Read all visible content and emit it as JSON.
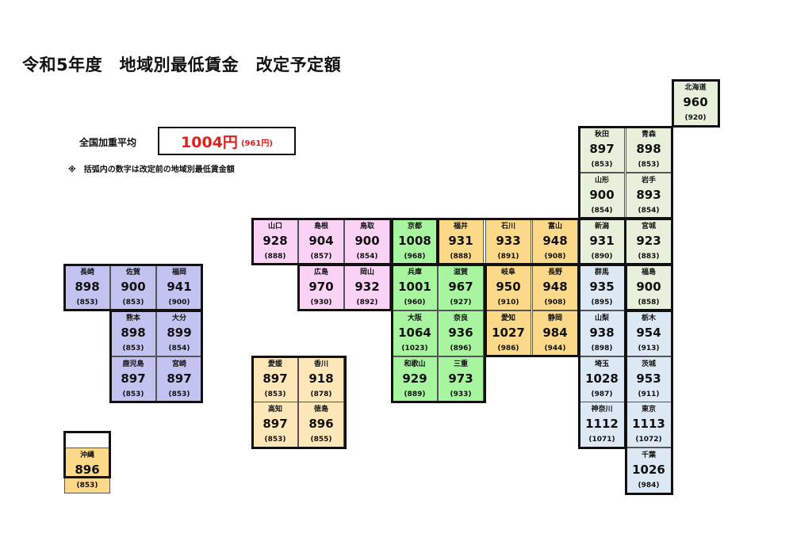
{
  "header": {
    "title": "令和5年度　地域別最低賃金　改定予定額"
  },
  "summary": {
    "average_label": "全国加重平均",
    "average_value": "1004円",
    "average_prev": "(961円)",
    "note": "※　括弧内の数字は改定前の地域別最低賃金額"
  },
  "region_colors": {
    "tohoku_kanto": "#e6f0da",
    "kanto": "#dce8f3",
    "chubu": "#fcd889",
    "kinki": "#a8f5a0",
    "chugoku": "#fad2f6",
    "shikoku": "#fde6b8",
    "kyushu": "#c3c3f2",
    "okinawa": "#fcd889"
  },
  "prefectures": [
    {
      "name": "北海道",
      "value": "960",
      "prev": "(920)"
    },
    {
      "name": "秋田",
      "value": "897",
      "prev": "(853)"
    },
    {
      "name": "青森",
      "value": "898",
      "prev": "(853)"
    },
    {
      "name": "山形",
      "value": "900",
      "prev": "(854)"
    },
    {
      "name": "岩手",
      "value": "893",
      "prev": "(854)"
    },
    {
      "name": "山口",
      "value": "928",
      "prev": "(888)"
    },
    {
      "name": "島根",
      "value": "904",
      "prev": "(857)"
    },
    {
      "name": "鳥取",
      "value": "900",
      "prev": "(854)"
    },
    {
      "name": "京都",
      "value": "1008",
      "prev": "(968)"
    },
    {
      "name": "福井",
      "value": "931",
      "prev": "(888)"
    },
    {
      "name": "石川",
      "value": "933",
      "prev": "(891)"
    },
    {
      "name": "富山",
      "value": "948",
      "prev": "(908)"
    },
    {
      "name": "新潟",
      "value": "931",
      "prev": "(890)"
    },
    {
      "name": "宮城",
      "value": "923",
      "prev": "(883)"
    },
    {
      "name": "長崎",
      "value": "898",
      "prev": "(853)"
    },
    {
      "name": "佐賀",
      "value": "900",
      "prev": "(853)"
    },
    {
      "name": "福岡",
      "value": "941",
      "prev": "(900)"
    },
    {
      "name": "広島",
      "value": "970",
      "prev": "(930)"
    },
    {
      "name": "岡山",
      "value": "932",
      "prev": "(892)"
    },
    {
      "name": "兵庫",
      "value": "1001",
      "prev": "(960)"
    },
    {
      "name": "滋賀",
      "value": "967",
      "prev": "(927)"
    },
    {
      "name": "岐阜",
      "value": "950",
      "prev": "(910)"
    },
    {
      "name": "長野",
      "value": "948",
      "prev": "(908)"
    },
    {
      "name": "群馬",
      "value": "935",
      "prev": "(895)"
    },
    {
      "name": "福島",
      "value": "900",
      "prev": "(858)"
    },
    {
      "name": "熊本",
      "value": "898",
      "prev": "(853)"
    },
    {
      "name": "大分",
      "value": "899",
      "prev": "(854)"
    },
    {
      "name": "大阪",
      "value": "1064",
      "prev": "(1023)"
    },
    {
      "name": "奈良",
      "value": "936",
      "prev": "(896)"
    },
    {
      "name": "愛知",
      "value": "1027",
      "prev": "(986)"
    },
    {
      "name": "静岡",
      "value": "984",
      "prev": "(944)"
    },
    {
      "name": "山梨",
      "value": "938",
      "prev": "(898)"
    },
    {
      "name": "栃木",
      "value": "954",
      "prev": "(913)"
    },
    {
      "name": "鹿児島",
      "value": "897",
      "prev": "(853)"
    },
    {
      "name": "宮崎",
      "value": "897",
      "prev": "(853)"
    },
    {
      "name": "愛媛",
      "value": "897",
      "prev": "(853)"
    },
    {
      "name": "香川",
      "value": "918",
      "prev": "(878)"
    },
    {
      "name": "和歌山",
      "value": "929",
      "prev": "(889)"
    },
    {
      "name": "三重",
      "value": "973",
      "prev": "(933)"
    },
    {
      "name": "埼玉",
      "value": "1028",
      "prev": "(987)"
    },
    {
      "name": "茨城",
      "value": "953",
      "prev": "(911)"
    },
    {
      "name": "高知",
      "value": "897",
      "prev": "(853)"
    },
    {
      "name": "徳島",
      "value": "896",
      "prev": "(855)"
    },
    {
      "name": "神奈川",
      "value": "1112",
      "prev": "(1071)"
    },
    {
      "name": "東京",
      "value": "1113",
      "prev": "(1072)"
    },
    {
      "name": "沖縄",
      "value": "896",
      "prev": "(853)"
    },
    {
      "name": "千葉",
      "value": "1026",
      "prev": "(984)"
    }
  ]
}
